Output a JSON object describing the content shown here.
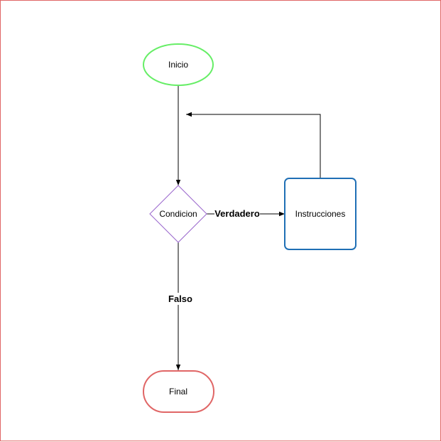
{
  "diagram": {
    "nodes": {
      "inicio": {
        "label": "Inicio",
        "shape": "ellipse",
        "stroke": "#66ee66"
      },
      "condicion": {
        "label": "Condicion",
        "shape": "diamond",
        "stroke": "#9966cc"
      },
      "instrucciones": {
        "label": "Instrucciones",
        "shape": "rounded-rect",
        "stroke": "#1f6fb5"
      },
      "final": {
        "label": "Final",
        "shape": "stadium",
        "stroke": "#e06666"
      }
    },
    "edges": {
      "verdadero": {
        "label": "Verdadero"
      },
      "falso": {
        "label": "Falso"
      }
    }
  }
}
